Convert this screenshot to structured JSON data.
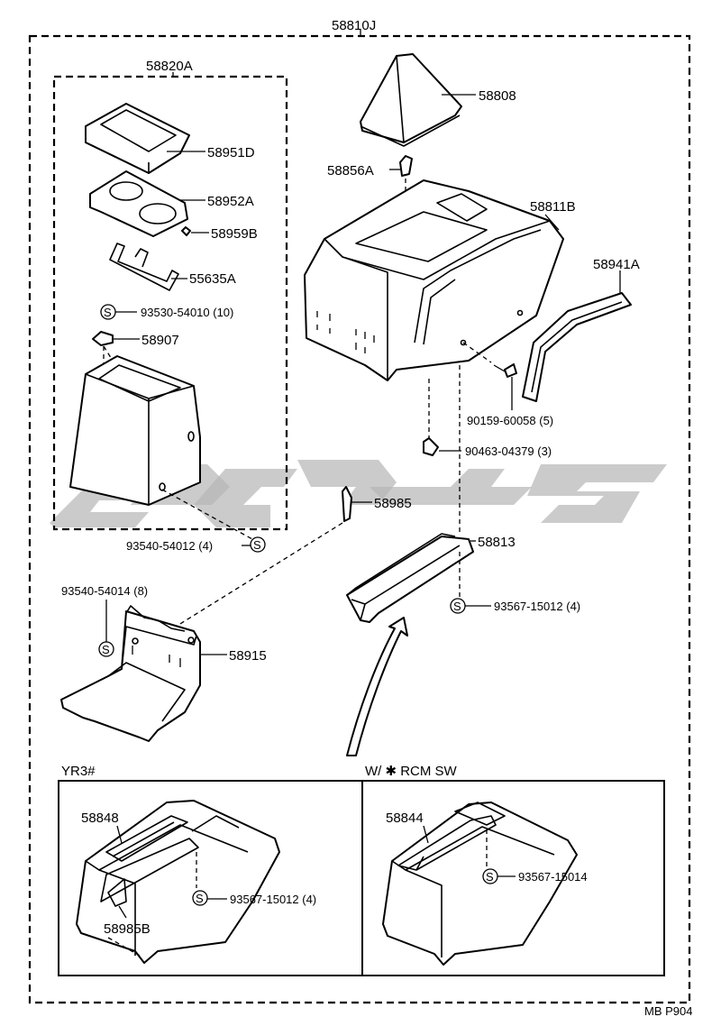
{
  "assembly": "58810J",
  "sub_assembly": "58820A",
  "parts": {
    "p58808": "58808",
    "p58856A": "58856A",
    "p58811B": "58811B",
    "p58941A": "58941A",
    "p58951D": "58951D",
    "p58952A": "58952A",
    "p58959B": "58959B",
    "p55635A": "55635A",
    "p58907": "58907",
    "p58985": "58985",
    "p58813": "58813",
    "p58915": "58915",
    "p58848": "58848",
    "p58985B": "58985B",
    "p58844": "58844"
  },
  "fasteners": {
    "f93530": "93530-54010 (10)",
    "f90159": "90159-60058 (5)",
    "f90463": "90463-04379 (3)",
    "f93540_4": "93540-54012 (4)",
    "f93540_8": "93540-54014 (8)",
    "f93567_main": "93567-15012 (4)",
    "f93567_yr3": "93567-15012 (4)",
    "f93567_rcm": "93567-15014"
  },
  "screw_symbol": "S",
  "variants": {
    "left": "YR3#",
    "right": "W/ ✱ RCM SW"
  },
  "page_code": "MB P904"
}
